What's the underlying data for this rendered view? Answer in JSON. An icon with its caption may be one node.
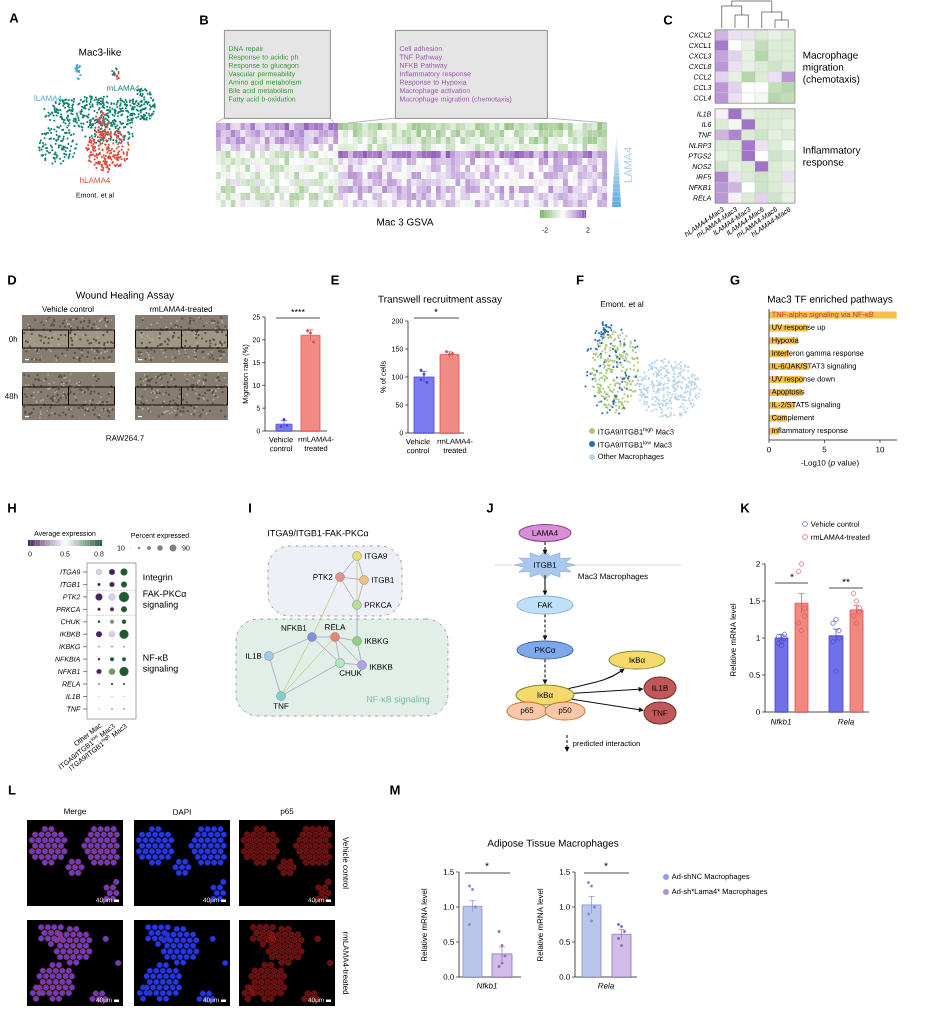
{
  "diagram": {
    "nodes": [
      {
        "text": [
          "DNA repair",
          "Response to acidic ph",
          "Response to glucagon",
          "Vascular permeability",
          "Amino acid metabolism",
          "Bile acid metabolism",
          "Fatty acid b-oxidation"
        ]
      },
      {
        "text": [
          "Cell adhesion",
          "TNF Pathway",
          "NFKB Pathway",
          "Inflammatory response",
          "Response to Hypoxia",
          "Macrophage activation",
          "Macrophage migration (chemotaxis)"
        ]
      },
      {
        "text": [],
        "shape": "cloud"
      },
      {
        "text": [
          "ITGA9"
        ],
        "in": 2
      },
      {
        "text": [
          "PTK2"
        ],
        "in": 2
      },
      {
        "text": [
          "ITGB1"
        ],
        "in": 2
      },
      {
        "text": [
          "PRKCA"
        ],
        "in": 2
      },
      {
        "text": [
          "NF-κB signaling"
        ]
      },
      {
        "text": [
          "NFKB1"
        ],
        "in": 7
      },
      {
        "text": [
          "RELA"
        ],
        "in": 7
      },
      {
        "text": [
          "IKBKG"
        ],
        "in": 7
      },
      {
        "text": [
          "IL1B"
        ],
        "in": 7
      },
      {
        "text": [
          "CHUK"
        ],
        "in": 7
      },
      {
        "text": [
          "IKBKB"
        ],
        "in": 7
      },
      {
        "text": [
          "TNF"
        ],
        "in": 7
      },
      {
        "text": [
          "LAMA4"
        ]
      },
      {
        "text": [
          "ITGB1"
        ]
      },
      {
        "text": [
          "FAK"
        ]
      },
      {
        "text": [
          "PKCα"
        ]
      },
      {
        "text": [
          "IκBα"
        ]
      },
      {
        "text": [
          "IL1B"
        ]
      },
      {
        "text": [
          "IκBα"
        ]
      },
      {
        "text": [
          "p65"
        ]
      },
      {
        "text": [
          "p50"
        ]
      },
      {
        "text": [
          "TNF"
        ]
      }
    ],
    "edges": [
      {
        "from": 3,
        "to": 4,
        "arrow": "none"
      },
      {
        "from": 3,
        "to": 5,
        "arrow": "none"
      },
      {
        "from": 3,
        "to": 6,
        "arrow": "none",
        "color": "#c2c26a"
      },
      {
        "from": 4,
        "to": 5,
        "arrow": "none"
      },
      {
        "from": 4,
        "to": 6,
        "arrow": "none"
      },
      {
        "from": 5,
        "to": 6,
        "arrow": "none"
      },
      {
        "from": 4,
        "to": 8,
        "arrow": "none",
        "color": "#c2c26a"
      },
      {
        "from": 6,
        "to": 10,
        "arrow": "none"
      },
      {
        "from": 8,
        "to": 9,
        "arrow": "none"
      },
      {
        "from": 8,
        "to": 11,
        "arrow": "none"
      },
      {
        "from": 8,
        "to": 14,
        "arrow": "none",
        "color": "#c2c26a"
      },
      {
        "from": 8,
        "to": 12,
        "arrow": "none"
      },
      {
        "from": 9,
        "to": 10,
        "arrow": "none"
      },
      {
        "from": 9,
        "to": 12,
        "arrow": "none"
      },
      {
        "from": 9,
        "to": 13,
        "arrow": "none"
      },
      {
        "from": 9,
        "to": 14,
        "arrow": "none",
        "color": "#c2c26a"
      },
      {
        "from": 10,
        "to": 13,
        "arrow": "none"
      },
      {
        "from": 12,
        "to": 13,
        "arrow": "none"
      },
      {
        "from": 12,
        "to": 14,
        "arrow": "none"
      },
      {
        "from": 11,
        "to": 14,
        "arrow": "none"
      },
      {
        "from": 15,
        "to": 16,
        "arrow": "to",
        "style": "dashed",
        "color": "#111111"
      },
      {
        "from": 16,
        "to": 17,
        "arrow": "to",
        "color": "#111111"
      },
      {
        "from": 17,
        "to": 18,
        "arrow": "to",
        "style": "dashed",
        "color": "#111111"
      },
      {
        "from": 18,
        "to": 21,
        "arrow": "to",
        "style": "dashed",
        "color": "#111111"
      },
      {
        "from": 21,
        "to": 19,
        "arrow": "to",
        "color": "#111111"
      },
      {
        "from": 21,
        "to": 20,
        "arrow": "to",
        "color": "#111111"
      },
      {
        "from": 21,
        "to": 24,
        "arrow": "to",
        "color": "#111111"
      }
    ],
    "labels": [
      "A",
      "B",
      "C",
      "D",
      "E",
      "F",
      "G",
      "H",
      "I",
      "J",
      "K",
      "L",
      "M",
      "Mac3-like",
      "lLAMA4",
      "mLAMA4",
      "hLAMA4",
      "Emont. et al",
      "Mac 3 GSVA",
      "-2",
      "2",
      "LAMA4",
      "CXCL2",
      "CXCL1",
      "CXCL3",
      "CXCL8",
      "CCL2",
      "CCL3",
      "CCL4",
      "IL1B",
      "IL6",
      "TNF",
      "NLRP3",
      "PTGS2",
      "NOS2",
      "IRF5",
      "NFKB1",
      "RELA",
      "Macrophage migration (chemotaxis)",
      "Inflammatory response",
      "hLAMA4-Mac3",
      "mLAMA4-Mac3",
      "lLAMA4-Mac3",
      "lLAMA4-Mac6",
      "mLAMA4-Mac6",
      "hLAMA4-Mac6",
      "Wound Healing Assay",
      "Vehicle control",
      "rmLAMA4-treated",
      "0h",
      "48h",
      "RAW264.7",
      "Migration rate (%)",
      "0",
      "5",
      "10",
      "15",
      "20",
      "25",
      "****",
      "Vehicle control",
      "rmLAMA4-treated",
      "Transwell recruitment assay",
      "% of cells",
      "0",
      "50",
      "100",
      "150",
      "200",
      "*",
      "Vehicle control",
      "rmLAMA4-treated",
      "Emont. et al",
      "Mac3 TF enriched pathways",
      "TNF-alpha signaling via NF-κB",
      "UV response up",
      "Hypoxia",
      "Interferon gamma response",
      "IL-6/JAK/STAT3 signaling",
      "UV response down",
      "Apoptosis",
      "IL-2/STAT5 signaling",
      "Complement",
      "Inflammatory response",
      "0",
      "5",
      "10",
      "-Log10 (*p* value)",
      "Average expression",
      "0",
      "0.5",
      "0.8",
      "Percent expressed",
      "10",
      "90",
      "ITGA9",
      "ITGB1",
      "PTK2",
      "PRKCA",
      "CHUK",
      "IKBKB",
      "IKBKG",
      "NFKBIA",
      "NFKB1",
      "RELA",
      "IL1B",
      "TNF",
      "Integrin",
      "FAK-PKCα signaling",
      "NF-κB signaling",
      "Other Mac",
      "ITGA9/ITGB1$^{low}$ Mac3",
      "ITGA9/ITGB1$^{high}$ Mac3",
      "ITGA9/ITGB1-FAK-PKCα",
      "Mac3 Macrophages",
      "0",
      "0.5",
      "1",
      "1.5",
      "2",
      "Relative mRNA level",
      "*",
      "**",
      "Nfkb1",
      "Rela",
      "Merge",
      "DAPI",
      "p65",
      "Vehicle control",
      "rmLAMA4-treated",
      "40μm",
      "40μm",
      "40μm",
      "40μm",
      "40μm",
      "40μm",
      "Adipose Tissue Macrophages",
      "Relative mRNA level",
      "0.0",
      "0.5",
      "1.0",
      "1.5",
      "*",
      "Nfkb1",
      "Relative mRNA level",
      "0.0",
      "0.5",
      "1.0",
      "1.5",
      "*",
      "Rela"
    ],
    "legend": [
      {
        "text": "ITGA9/ITGB1$^{high}$ Mac3",
        "color": "#a8c87a"
      },
      {
        "text": "ITGA9/ITGB1$^{low}$ Mac3",
        "color": "#2a6db5"
      },
      {
        "text": "Other Macrophages",
        "color": "#b8d4ea"
      },
      {
        "text": "predicted interaction"
      },
      {
        "text": "Vehicle control"
      },
      {
        "text": "rmLAMA4-treated"
      },
      {
        "text": "Ad-shNC Macrophages",
        "color": "#8f9ee0"
      },
      {
        "text": "Ad-sh*Lama4* Macrophages",
        "color": "#b48fd8"
      }
    ]
  }
}
